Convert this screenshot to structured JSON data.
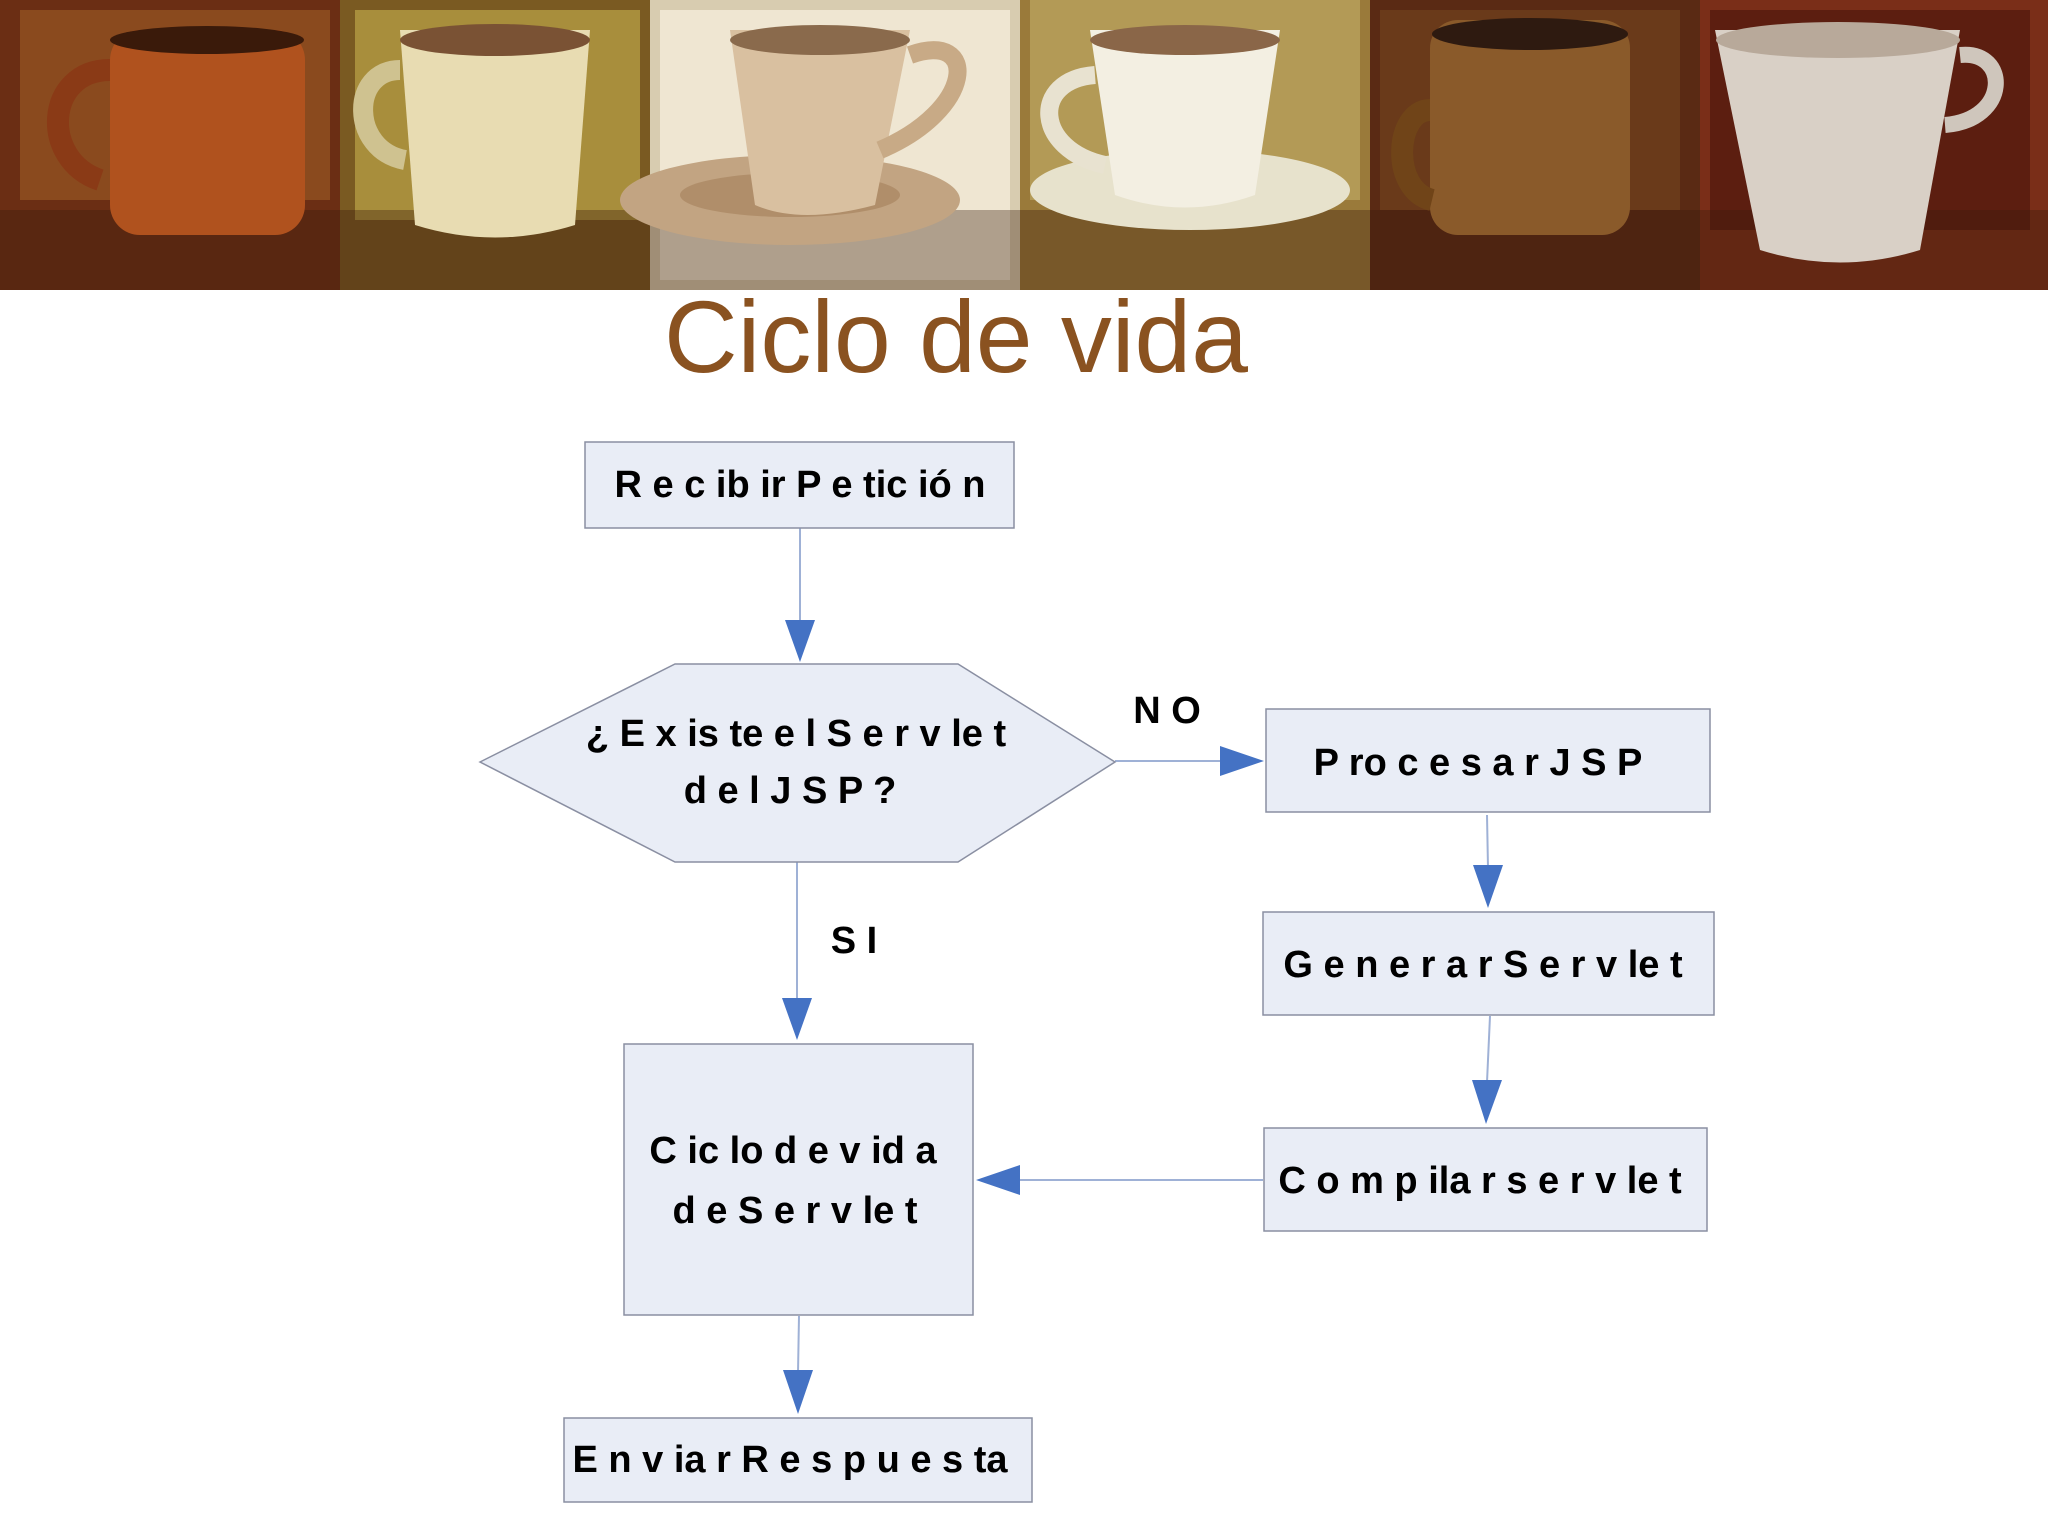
{
  "title": "Ciclo de vida",
  "banner": {
    "icon": "coffee-cups-painting",
    "cup_count": 6
  },
  "colors": {
    "title": "#8a5220",
    "node_fill": "#e9edf6",
    "node_stroke": "#8a8fa2",
    "edge": "#9fb1d6",
    "arrow": "#4472c4"
  },
  "nodes": {
    "recibir": "R e c ib ir  P e tic ió n",
    "existe_line1": "¿ E x is te  e l S e r v le t",
    "existe_line2": "d e l J S P ?",
    "procesar": "P ro c e s a r  J S P",
    "generar": "G  e n e r a r  S e r v le t",
    "ciclo_line1": "C ic lo   d e  v id a",
    "ciclo_line2": "d e  S e r v le t",
    "compilar": "C o m  p ila r  s e r v le t",
    "enviar": "E n v ia r  R e s p u e s ta"
  },
  "edges": {
    "no_label": "N O",
    "si_label": "S I"
  }
}
